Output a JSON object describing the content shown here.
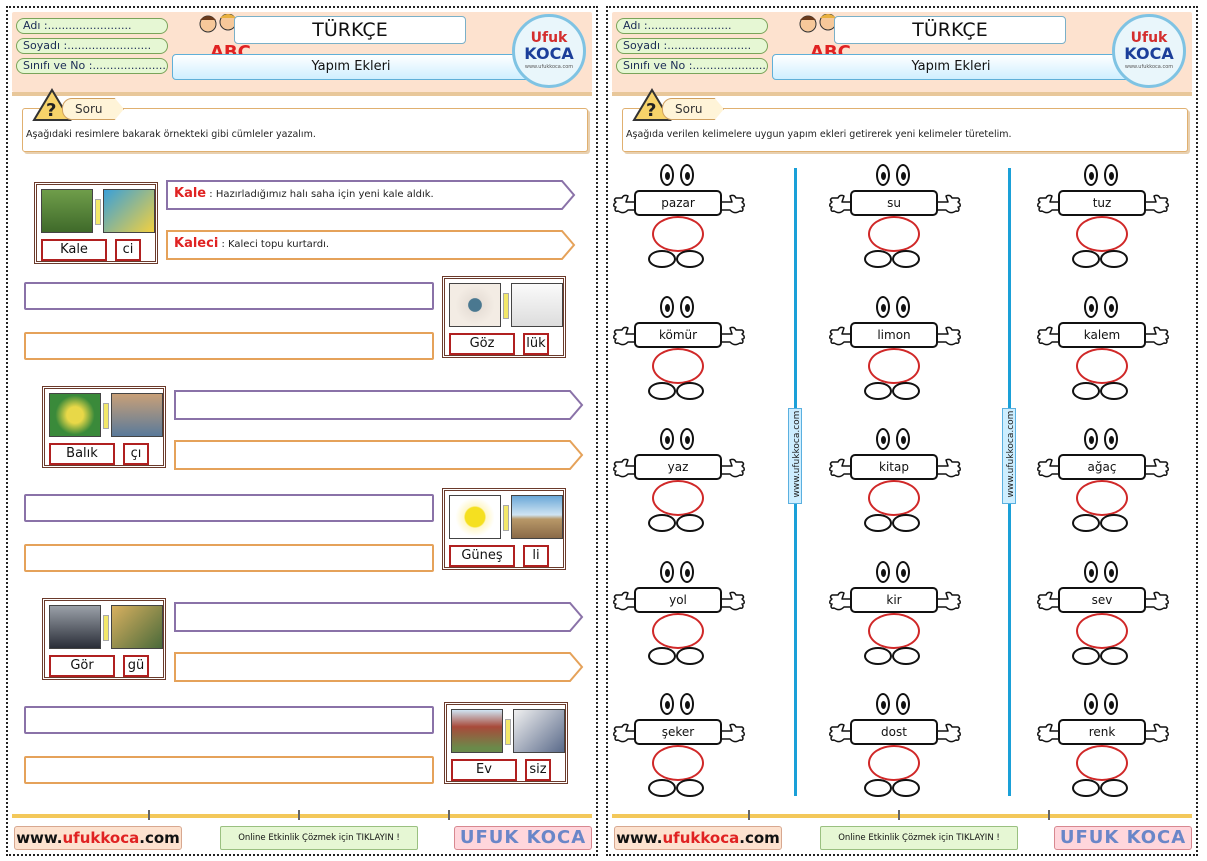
{
  "header": {
    "name_label": "Adı :",
    "surname_label": "Soyadı :",
    "class_label": "Sınıfı ve No :",
    "dots": "........................",
    "subject": "TÜRKÇE",
    "topic": "Yapım Ekleri",
    "abc": "ABC",
    "logo_top": "Ufuk",
    "logo_bottom": "KOCA",
    "logo_url": "www.ufukkoca.com"
  },
  "soru_label": "Soru",
  "left_page": {
    "instruction": "Aşağıdaki resimlere bakarak örnekteki gibi cümleler yazalım.",
    "example": {
      "root": "Kale",
      "suffix": "ci",
      "sentence1_key": "Kale",
      "sentence1_text": " : Hazırladığımız halı saha için yeni kale aldık.",
      "sentence2_key": "Kaleci",
      "sentence2_text": " : Kaleci topu kurtardı."
    },
    "items": [
      {
        "root": "Göz",
        "suffix": "lük"
      },
      {
        "root": "Balık",
        "suffix": "çı"
      },
      {
        "root": "Güneş",
        "suffix": "li"
      },
      {
        "root": "Gör",
        "suffix": "gü"
      },
      {
        "root": "Ev",
        "suffix": "siz"
      }
    ]
  },
  "right_page": {
    "instruction": "Aşağıda verilen kelimelere uygun yapım ekleri getirerek yeni kelimeler türetelim.",
    "side_tag": "www.ufukkoca.com",
    "columns": [
      [
        "pazar",
        "kömür",
        "yaz",
        "yol",
        "şeker"
      ],
      [
        "su",
        "limon",
        "kitap",
        "kir",
        "dost"
      ],
      [
        "tuz",
        "kalem",
        "ağaç",
        "sev",
        "renk"
      ]
    ]
  },
  "footer": {
    "web_a": "www.",
    "web_b": "ufukkoca",
    "web_c": ".com",
    "middle": "Online Etkinlik Çözmek için TIKLAYIN !",
    "brand": "UFUK KOCA"
  },
  "colors": {
    "header_band": "#fde2cf",
    "accent_red": "#e02222",
    "arrow_purple": "#8a72a8",
    "arrow_orange": "#e5a25a",
    "divider_blue": "#1aa0d8"
  }
}
